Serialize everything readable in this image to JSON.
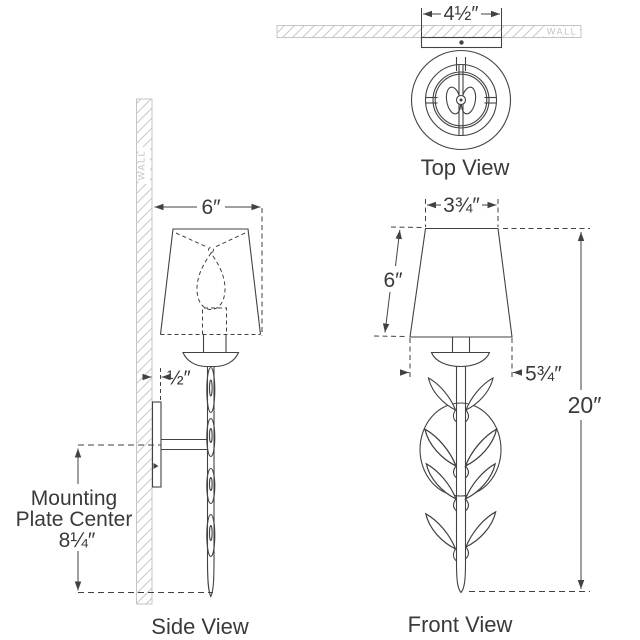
{
  "drawing": {
    "type": "wall sconce dimension drawing",
    "colors": {
      "line": "#424242",
      "text": "#3a3a3a",
      "wall_gray": "#c4c4c4",
      "background": "#ffffff"
    },
    "top_view": {
      "label": "Top View",
      "wall_label": "WALL",
      "backplate_width_dim": "4½″"
    },
    "side_view": {
      "label": "Side View",
      "wall_label": "WALL",
      "projection_dim": "6″",
      "backplate_depth_dim": "½″",
      "mounting_line1": "Mounting",
      "mounting_line2": "Plate Center",
      "mounting_height_dim": "8¼″"
    },
    "front_view": {
      "label": "Front View",
      "shade_top_dim": "3¾″",
      "shade_height_dim": "6″",
      "shade_bottom_dim": "5¾″",
      "overall_height_dim": "20″"
    }
  }
}
